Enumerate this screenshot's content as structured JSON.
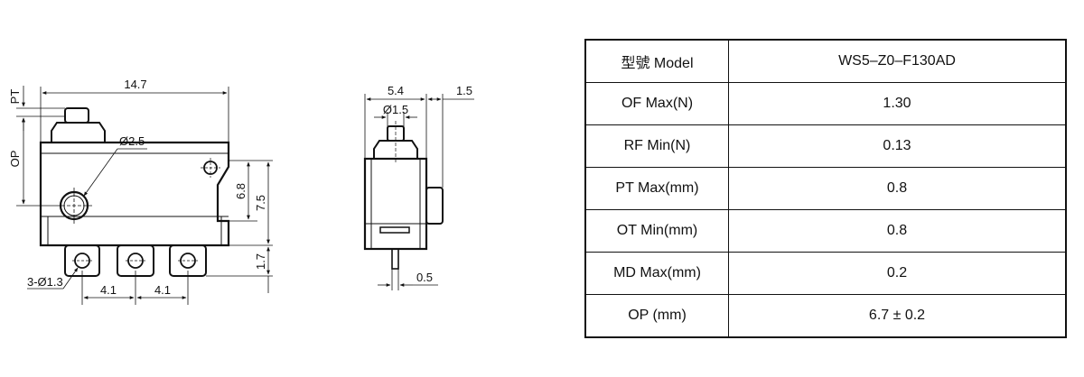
{
  "front_view": {
    "width_label": "14.7",
    "pt_label": "PT",
    "op_label": "OP",
    "hole_label": "Ø2.5",
    "height_inner_label": "6.8",
    "height_outer_label": "7.5",
    "terminal_height_label": "1.7",
    "pin_holes_label": "3-Ø1.3",
    "pitch_left_label": "4.1",
    "pitch_right_label": "4.1"
  },
  "side_view": {
    "body_width_label": "5.4",
    "offset_label": "1.5",
    "actuator_label": "Ø1.5",
    "pin_label": "0.5"
  },
  "spec_table": {
    "rows": [
      {
        "label": "型號 Model",
        "value": "WS5–Z0–F130AD"
      },
      {
        "label": "OF Max(N)",
        "value": "1.30"
      },
      {
        "label": "RF Min(N)",
        "value": "0.13"
      },
      {
        "label": "PT Max(mm)",
        "value": "0.8"
      },
      {
        "label": "OT Min(mm)",
        "value": "0.8"
      },
      {
        "label": "MD Max(mm)",
        "value": "0.2"
      },
      {
        "label": "OP (mm)",
        "value": "6.7 ± 0.2"
      }
    ]
  }
}
